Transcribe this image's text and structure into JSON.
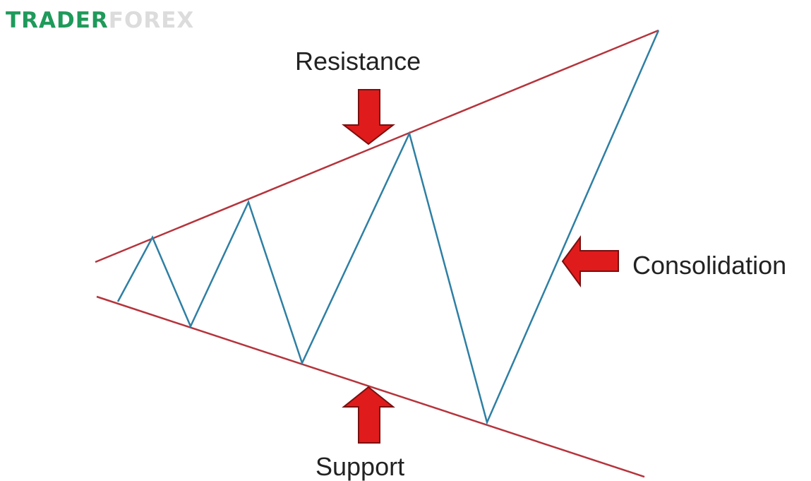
{
  "logo": {
    "part_a": "TRADER",
    "part_b": "FOREX",
    "brand_color": "#1e9a5a",
    "muted_color": "#dcdcdc"
  },
  "labels": {
    "resistance": "Resistance",
    "support": "Support",
    "consolidation": "Consolidation"
  },
  "colors": {
    "trendline": "#b5343c",
    "price_line": "#2e7fa3",
    "arrow_fill": "#e01b1b",
    "arrow_stroke": "#7a0f0f"
  }
}
